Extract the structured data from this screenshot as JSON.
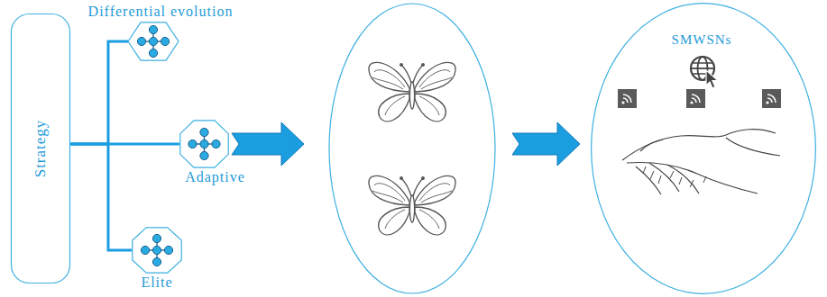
{
  "diagram": {
    "nodes": [
      {
        "text": [
          "Strategy"
        ]
      },
      {
        "text": [
          "Differential evolution"
        ]
      },
      {
        "text": [
          "Adaptive"
        ]
      },
      {
        "text": [
          "Elite"
        ]
      },
      {
        "text": [
          "SMWSNs"
        ]
      }
    ],
    "edges": [
      {
        "from": 0,
        "to": 1,
        "arrow": "none"
      },
      {
        "from": 0,
        "to": 2,
        "arrow": "none"
      },
      {
        "from": 0,
        "to": 3,
        "arrow": "none"
      }
    ]
  }
}
